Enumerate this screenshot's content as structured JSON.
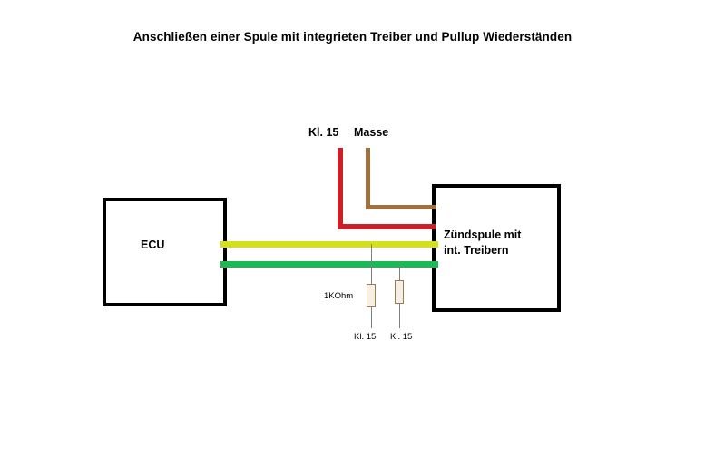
{
  "diagram": {
    "title": "Anschließen einer Spule mit integrieten Treiber und Pullup Wiederständen",
    "blocks": [
      {
        "id": "ecu",
        "label": "ECU"
      },
      {
        "id": "coil",
        "label_line1": "Zündspule mit",
        "label_line2": "int. Treibern"
      }
    ],
    "labels": {
      "kl15_top": "Kl. 15",
      "masse": "Masse",
      "resistor_value": "1KOhm",
      "kl15_left": "Kl. 15",
      "kl15_right": "Kl. 15"
    },
    "colors": {
      "power_red": "#cc2027",
      "ground_brown": "#a0703f",
      "signal_yellow": "#d4e01b",
      "signal_green": "#1db954",
      "outline_black": "#000000",
      "resistor_body": "#f6efe4",
      "resistor_border": "#9a7b52",
      "thin_line_gray": "#808080"
    }
  }
}
